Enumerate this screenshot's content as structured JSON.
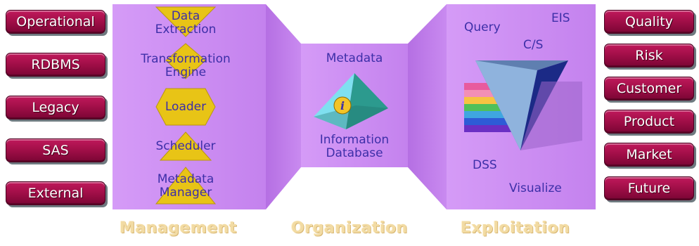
{
  "sources": [
    "Operational",
    "RDBMS",
    "Legacy",
    "SAS",
    "External"
  ],
  "targets": [
    "Quality",
    "Risk",
    "Customer",
    "Product",
    "Market",
    "Future"
  ],
  "management": {
    "data_extraction": "Data\nExtraction",
    "transformation_engine": "Transformation\nEngine",
    "loader": "Loader",
    "scheduler": "Scheduler",
    "metadata_manager": "Metadata\nManager"
  },
  "organization": {
    "metadata": "Metadata",
    "info_glyph": "i",
    "information_database": "Information\nDatabase"
  },
  "exploitation": {
    "eis": "EIS",
    "query": "Query",
    "cs": "C/S",
    "dss": "DSS",
    "visualize": "Visualize"
  },
  "sections": {
    "management": "Management",
    "organization": "Organization",
    "exploitation": "Exploitation"
  },
  "colors": {
    "panel": "#cc8cf2",
    "panel_dark": "#b877e6",
    "pill": "#a30f49",
    "shape_gold": "#e8c416",
    "label_text": "#3d2fa8",
    "section_text": "#f2dba3"
  },
  "icons": {
    "pyramid": "pyramid-icon",
    "info": "info-icon",
    "prism": "prism-icon",
    "bars": "striped-bars-icon"
  }
}
